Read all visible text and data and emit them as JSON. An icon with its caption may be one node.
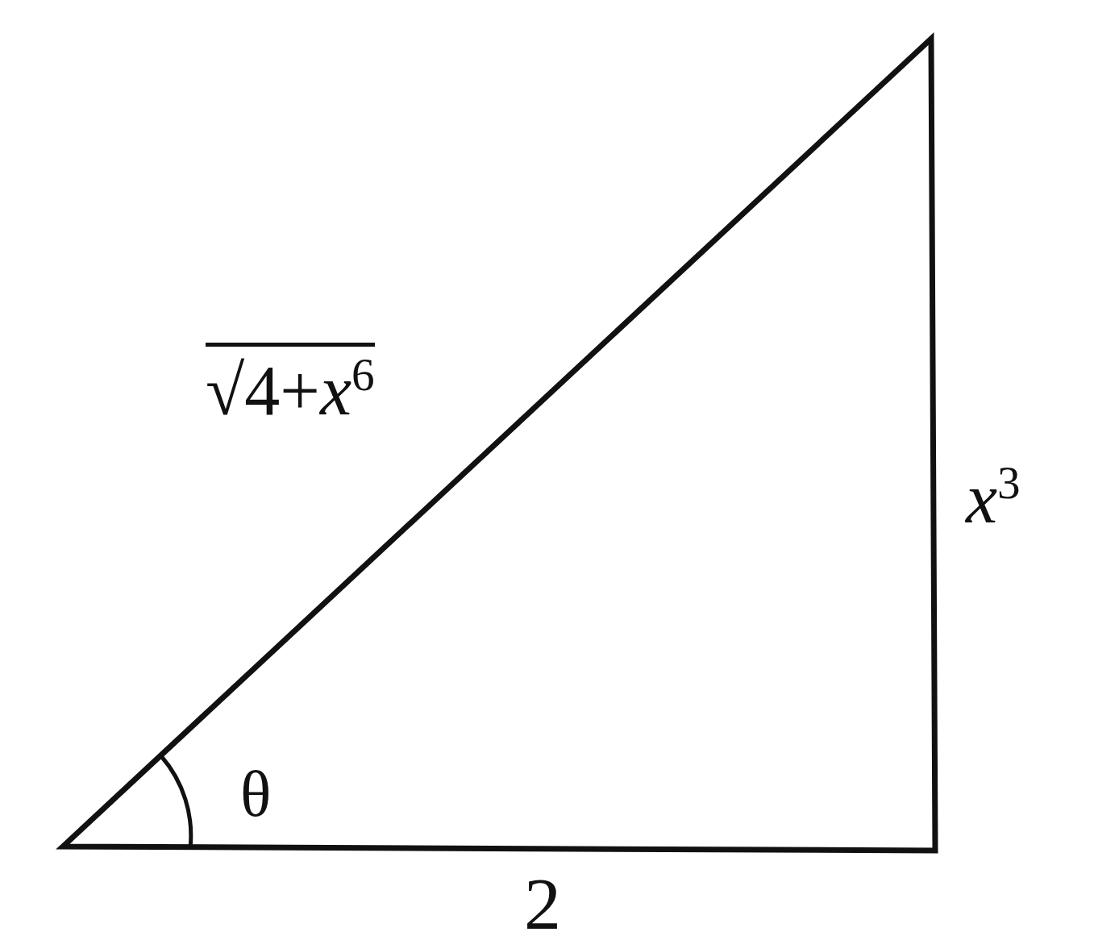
{
  "diagram": {
    "labels": [
      "√4+*x*$^{6}$",
      "*x*$^{3}$",
      "θ",
      "2"
    ]
  }
}
